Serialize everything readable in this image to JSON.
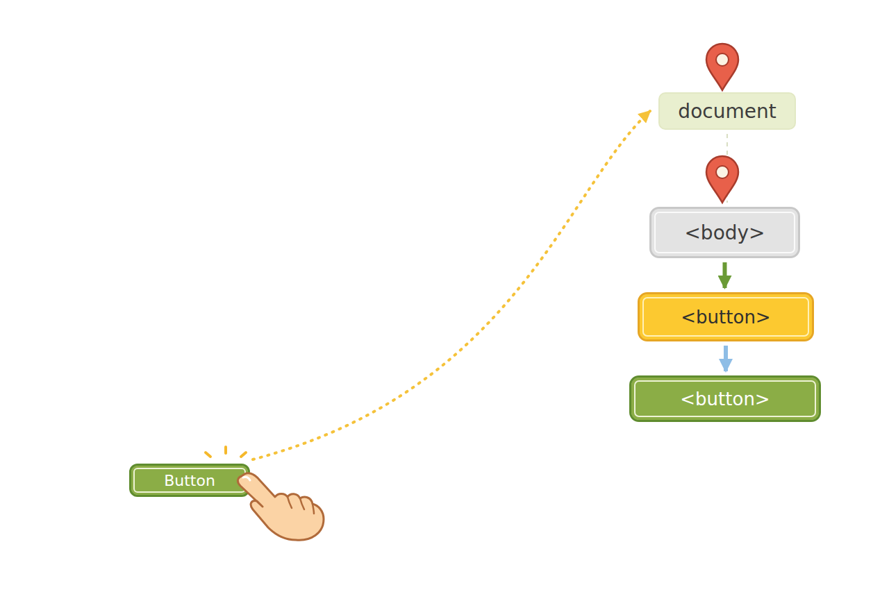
{
  "diagram": {
    "nodes": [
      {
        "text": [
          "document"
        ]
      },
      {
        "text": [
          "<body>"
        ]
      },
      {
        "text": [
          "<button>"
        ]
      },
      {
        "text": [
          "<button>"
        ]
      },
      {
        "text": [
          "Button"
        ]
      }
    ],
    "edges": [
      {
        "from": 4,
        "to": 0,
        "arrow": "to"
      },
      {
        "from": 0,
        "to": 1,
        "arrow": "none"
      },
      {
        "from": 1,
        "to": 2,
        "arrow": "to"
      },
      {
        "from": 2,
        "to": 3,
        "arrow": "to"
      }
    ]
  }
}
